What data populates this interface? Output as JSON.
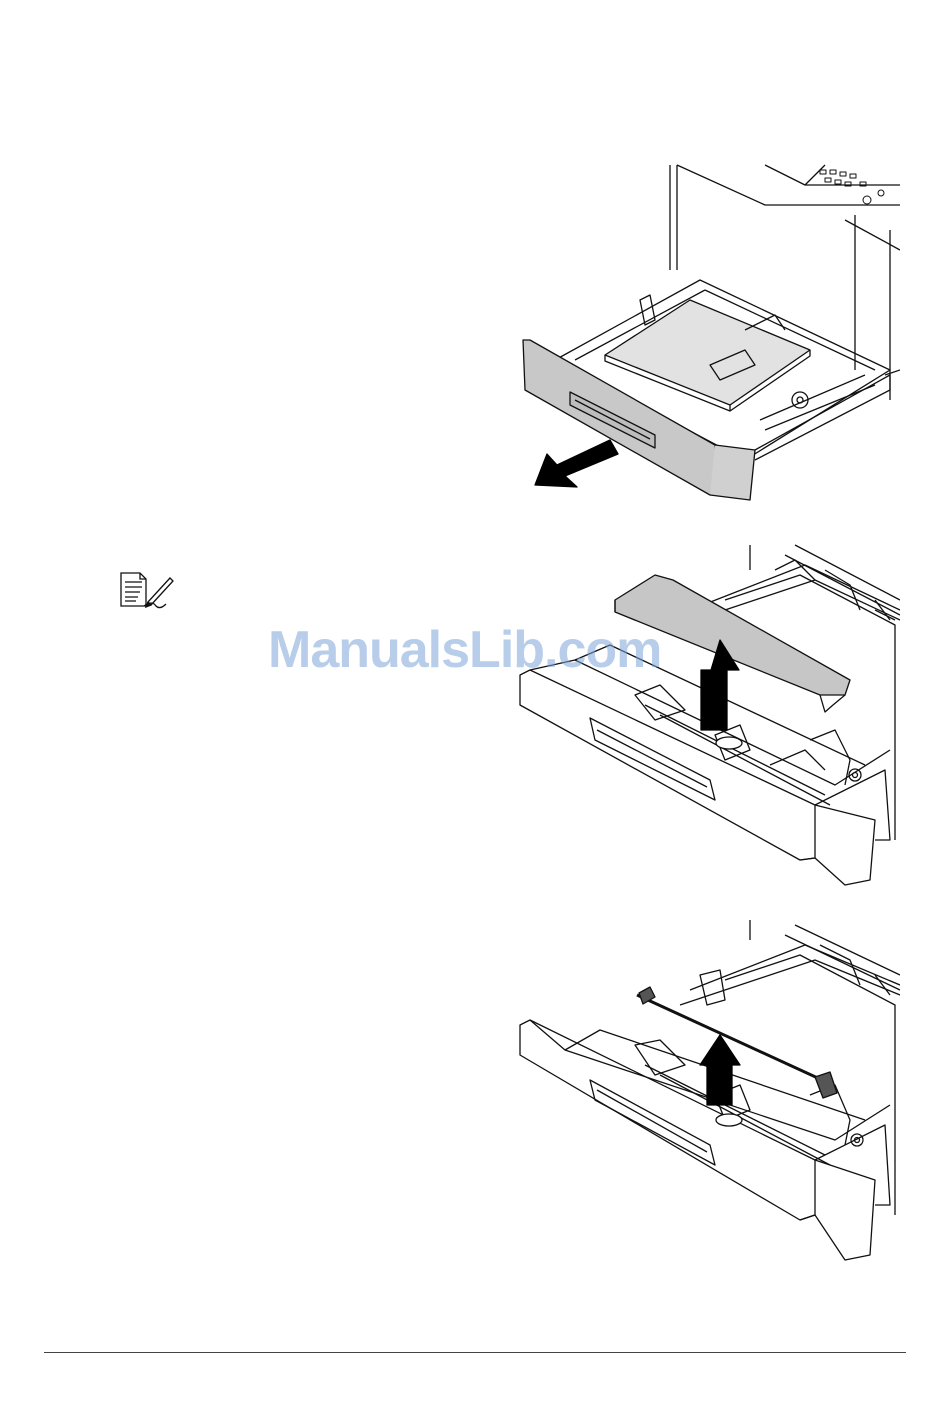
{
  "watermark": {
    "text": "ManualsLib.com",
    "color": "#7ea6d8"
  },
  "icons": {
    "note": "note-pencil-icon",
    "pull_arrow": "arrow-pull-out-icon",
    "lift_arrow": "arrow-up-icon"
  },
  "figures": [
    {
      "subject": "paper-tray-pull-out"
    },
    {
      "subject": "tray-cover-removal"
    },
    {
      "subject": "tray-lever-removal"
    }
  ]
}
